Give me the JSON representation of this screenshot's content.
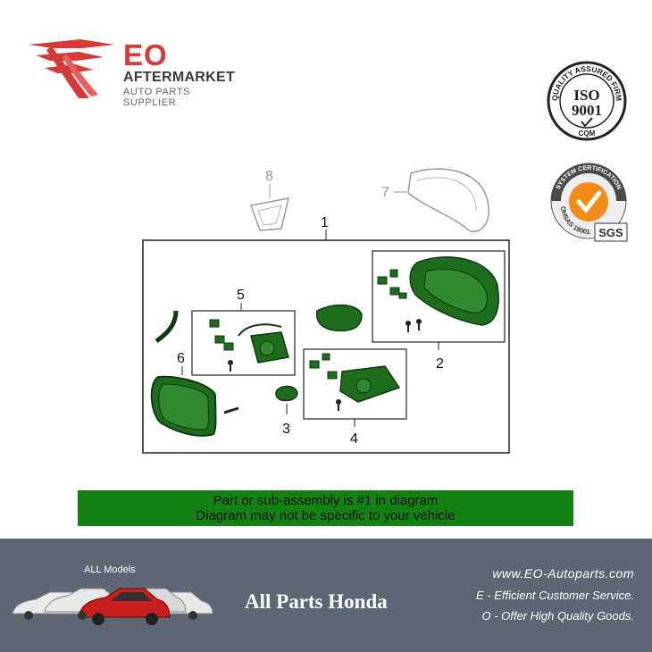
{
  "brand": {
    "name": "EO",
    "subtitle": "AFTERMARKET",
    "tagline": "AUTO PARTS SUPPLIER",
    "color": "#d63a35"
  },
  "certifications": {
    "iso": {
      "ring_text": "QUALITY ASSURED FIRM",
      "line1": "ISO",
      "line2": "9001",
      "footer": "CQM"
    },
    "ohsas": {
      "ring_text": "SYSTEM CERTIFICATION",
      "side_text": "OHSAS 18001",
      "badge": "SGS"
    }
  },
  "diagram": {
    "callouts": [
      "1",
      "2",
      "3",
      "4",
      "5",
      "6",
      "7",
      "8"
    ],
    "part_color": "#1d6d1d"
  },
  "notice": {
    "line1": "Part or sub-assembly is #1 in diagram",
    "line2": "Diagram may not be specific to your vehicle",
    "color": "#138213"
  },
  "footer": {
    "models_label": "ALL Models",
    "title": "All Parts Honda",
    "website": "www.EO-Autoparts.com",
    "slogan_e": "E - Efficient Customer Service.",
    "slogan_o": "O - Offer High Quality Goods.",
    "background": "#5d6672"
  }
}
